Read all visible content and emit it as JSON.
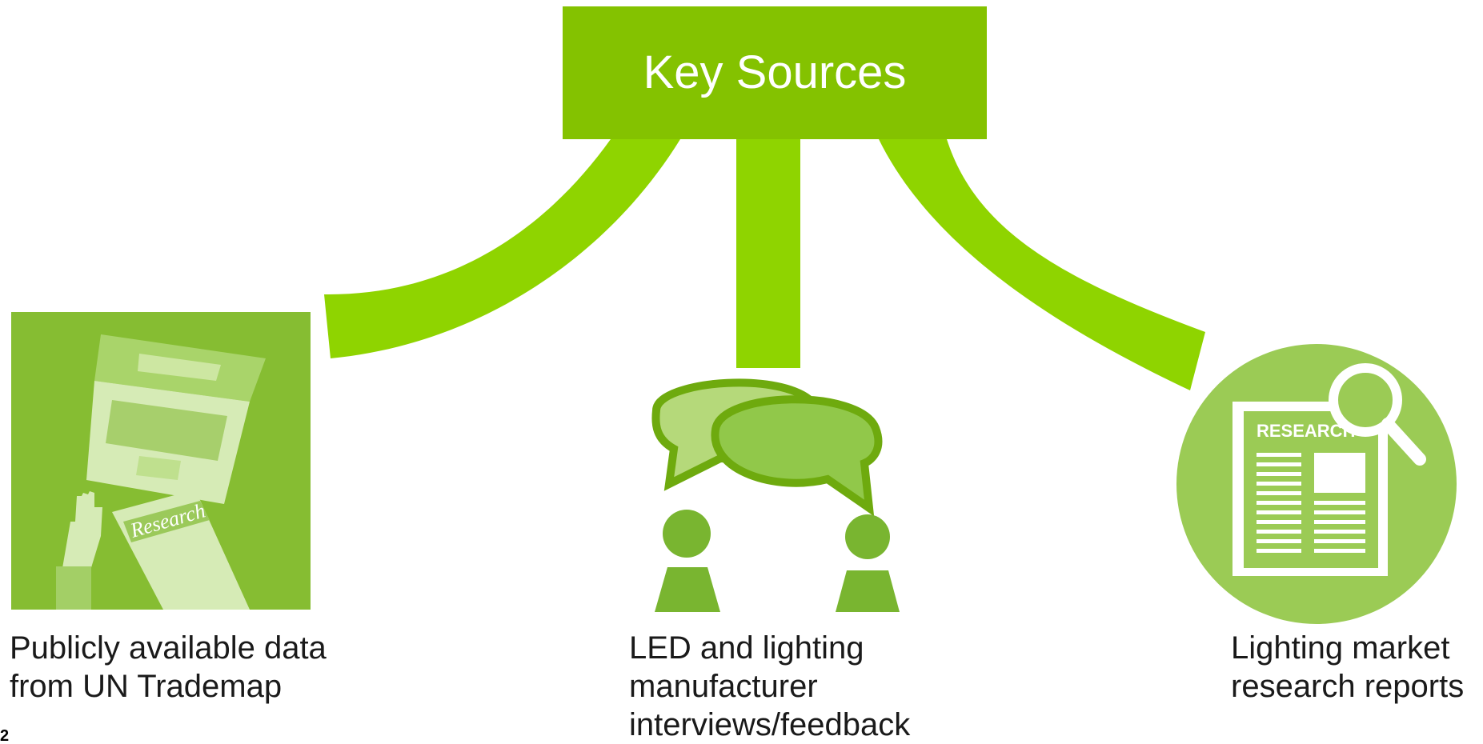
{
  "title": "Key Sources",
  "colors": {
    "title_box": "#84c200",
    "connector": "#8fd400",
    "icon_light": "#b4d96e",
    "icon_mid": "#7cb82f",
    "icon_bg": "#86bd32"
  },
  "sources": [
    {
      "icon": "laptop-research-icon",
      "icon_label": "Research",
      "caption": "Publicly available data\nfrom UN Trademap"
    },
    {
      "icon": "chat-people-icon",
      "caption": "LED and lighting\nmanufacturer\ninterviews/feedback"
    },
    {
      "icon": "research-report-magnifier-icon",
      "icon_label": "RESEARCH",
      "caption": "Lighting market\nresearch reports"
    }
  ],
  "page_number": "2"
}
